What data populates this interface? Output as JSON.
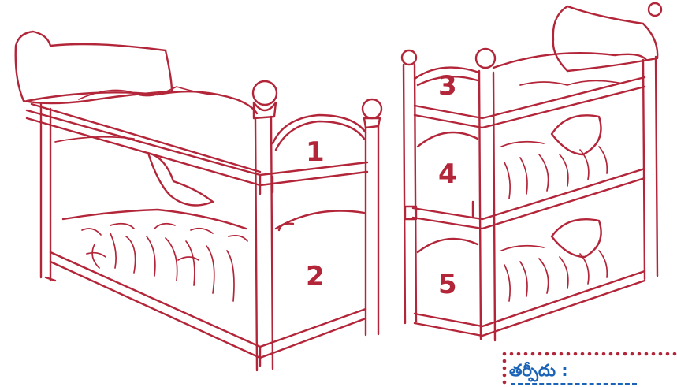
{
  "labels": {
    "bunk_1": "1",
    "bunk_2": "2",
    "bunk_3": "3",
    "bunk_4": "4",
    "bunk_5": "5"
  },
  "caption": "తర్పీదు :",
  "colors": {
    "line": "#b3263a",
    "caption_text": "#1a63b8",
    "background": "#ffffff"
  }
}
